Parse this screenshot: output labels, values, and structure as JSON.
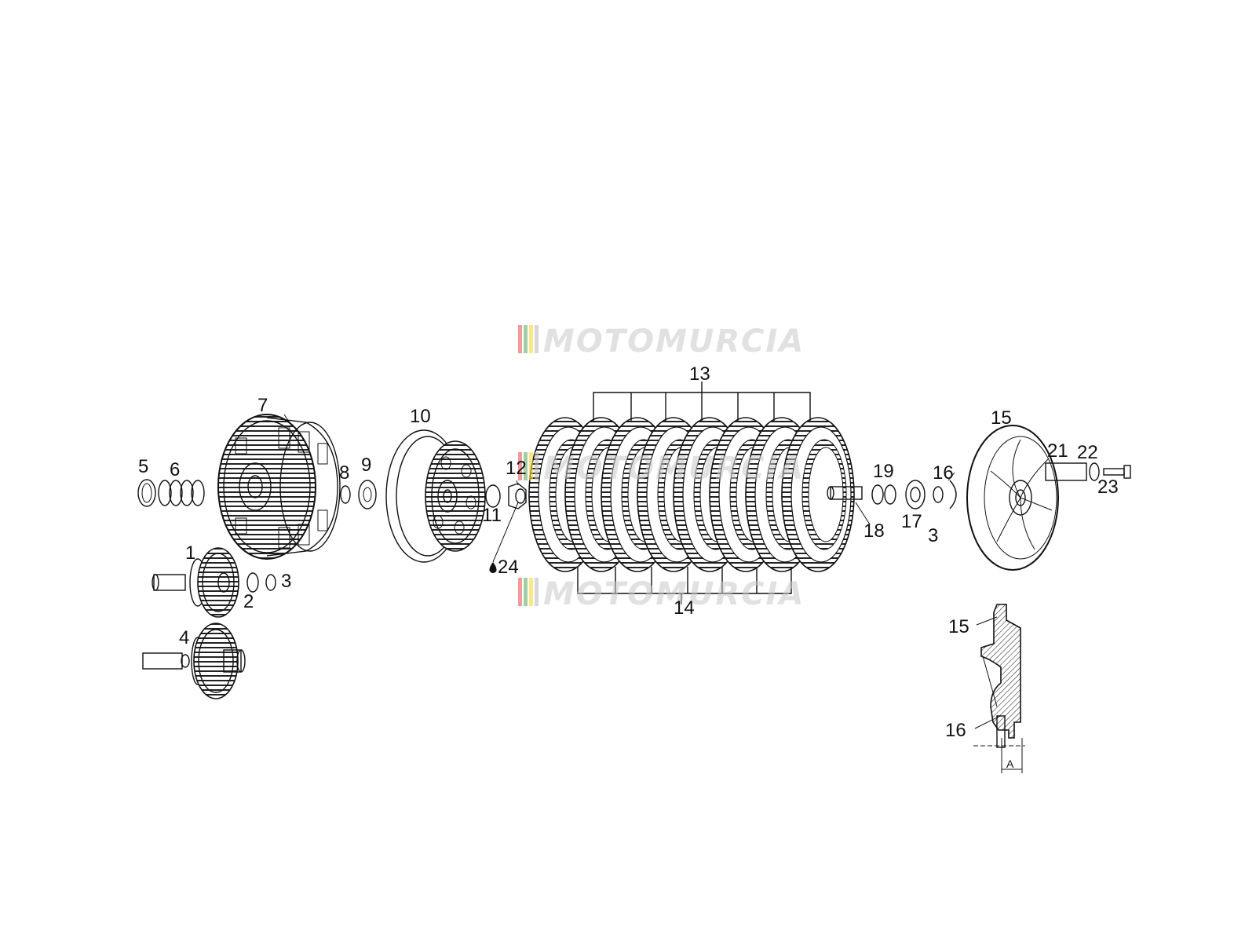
{
  "watermark": {
    "text": "MOTOMURCIA",
    "stripe_colors": [
      "#e53935",
      "#43a047",
      "#fdd835",
      "#bdbdbd"
    ]
  },
  "labels": {
    "p1": "1",
    "p2": "2",
    "p3a": "3",
    "p3b": "3",
    "p4": "4",
    "p5": "5",
    "p6": "6",
    "p7": "7",
    "p8": "8",
    "p9": "9",
    "p10": "10",
    "p11": "11",
    "p12": "12",
    "p13": "13",
    "p14": "14",
    "p15a": "15",
    "p15b": "15",
    "p16a": "16",
    "p16b": "16",
    "p17": "17",
    "p18": "18",
    "p19": "19",
    "p21": "21",
    "p22": "22",
    "p23": "23",
    "p24": "24",
    "dim_a": "A"
  }
}
